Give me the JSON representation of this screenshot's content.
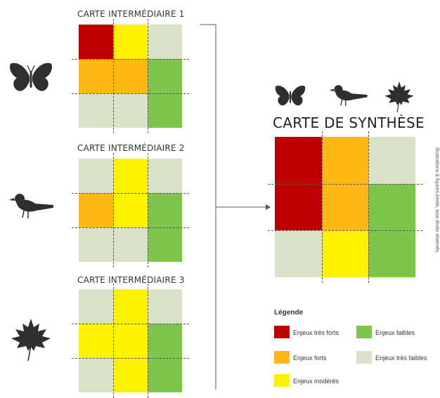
{
  "maps": [
    {
      "title": "CARTE INTERMÉDIAIRE 1",
      "icon": "butterfly-icon",
      "cells": [
        [
          "tres_forts",
          "moderes",
          "tres_faibles"
        ],
        [
          "forts",
          "forts",
          "faibles"
        ],
        [
          "tres_faibles",
          "tres_faibles",
          "faibles"
        ]
      ]
    },
    {
      "title": "CARTE INTERMÉDIAIRE 2",
      "icon": "bird-icon",
      "cells": [
        [
          "tres_faibles",
          "moderes",
          "tres_faibles"
        ],
        [
          "forts",
          "moderes",
          "faibles"
        ],
        [
          "tres_faibles",
          "tres_faibles",
          "faibles"
        ]
      ]
    },
    {
      "title": "CARTE INTERMÉDIAIRE 3",
      "icon": "maple-leaf-icon",
      "cells": [
        [
          "tres_faibles",
          "moderes",
          "tres_faibles"
        ],
        [
          "moderes",
          "moderes",
          "faibles"
        ],
        [
          "tres_faibles",
          "moderes",
          "faibles"
        ]
      ]
    }
  ],
  "synthesis": {
    "title": "CARTE DE SYNTHÈSE",
    "icons": [
      "butterfly-icon",
      "bird-icon",
      "maple-leaf-icon"
    ],
    "cells": [
      [
        "tres_forts",
        "forts",
        "tres_faibles"
      ],
      [
        "tres_forts",
        "forts",
        "faibles"
      ],
      [
        "tres_faibles",
        "moderes",
        "faibles"
      ]
    ]
  },
  "legend": {
    "title": "Légende",
    "items": [
      {
        "key": "tres_forts",
        "label": "Enjeux très forts",
        "color": "#C00000"
      },
      {
        "key": "faibles",
        "label": "Enjeux faibles",
        "color": "#7EC54E"
      },
      {
        "key": "forts",
        "label": "Enjeux forts",
        "color": "#FDB813"
      },
      {
        "key": "tres_faibles",
        "label": "Enjeux très faibles",
        "color": "#D9E2C7"
      },
      {
        "key": "moderes",
        "label": "Enjeux modérés",
        "color": "#FFF200"
      }
    ]
  },
  "credit": "Illustrations & figures Airele, tous droits réservés."
}
